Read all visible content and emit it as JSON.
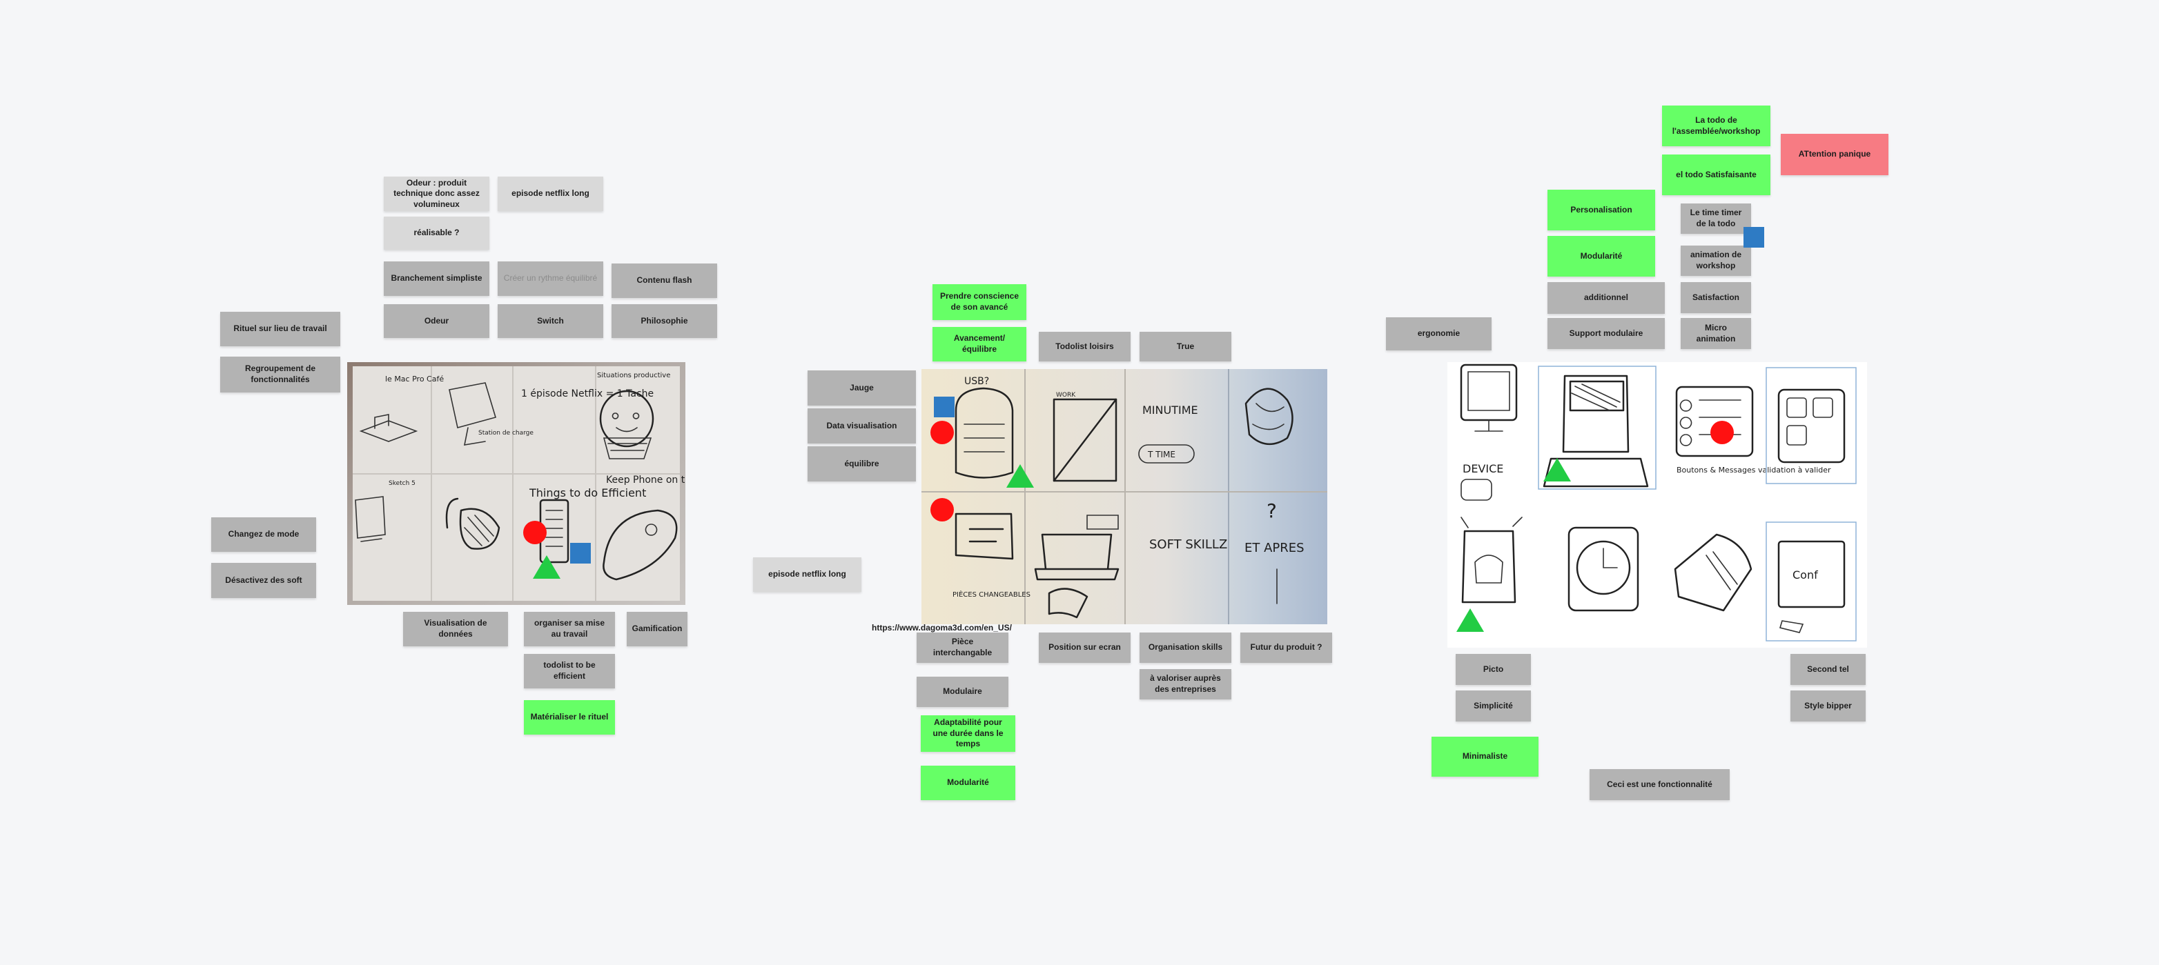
{
  "board": {
    "cluster1": {
      "notes": [
        "Odeur : produit technique donc assez volumineux",
        "episode netflix long",
        "réalisable ?",
        "Branchement simpliste",
        "Créer un rythme équilibré",
        "Contenu flash",
        "Odeur",
        "Switch",
        "Philosophie",
        "Rituel sur lieu de travail",
        "Regroupement de fonctionnalités",
        "Changez de mode",
        "Désactivez des soft",
        "Visualisation de données",
        "organiser sa mise au travail",
        "Gamification",
        "todolist to be efficient",
        "Matérialiser le rituel"
      ],
      "sketch": {
        "mac_pro": "le Mac Pro Café",
        "station": "Station de charge",
        "episode": "1 épisode Netflix = 1 Tache",
        "sittings": "Situations productive",
        "sketch5": "Sketch 5",
        "things": "Things to do Efficient",
        "keep_phone": "Keep Phone on top side"
      }
    },
    "cluster2": {
      "notes": [
        "Prendre conscience de son avancé",
        "Avancement/équilibre",
        "Todolist loisirs",
        "True",
        "Jauge",
        "Data visualisation",
        "équilibre",
        "episode netflix long",
        "Pièce interchangable",
        "Position sur ecran",
        "Organisation skills",
        "Futur du produit ?",
        "Modulaire",
        "à valoriser auprès des entreprises",
        "Adaptabilité pour une durée dans le temps",
        "Modularité"
      ],
      "url": "https://www.dagoma3d.com/en_US/",
      "sketch": {
        "usb": "USB?",
        "work": "WORK",
        "minutime": "MINUTIME",
        "t_time": "T TIME",
        "pieces": "PIÈCES CHANGEABLES",
        "soft_skills": "SOFT SKILLZ",
        "et_apres": "ET APRES",
        "question": "?"
      }
    },
    "cluster3": {
      "notes": [
        "La todo de l'assemblée/workshop",
        "ATtention panique",
        "el todo Satisfaisante",
        "Personalisation",
        "Le time timer de la todo",
        "Modularité",
        "animation de workshop",
        "additionnel",
        "Satisfaction",
        "Support modulaire",
        "Micro animation",
        "ergonomie",
        "Picto",
        "Second tel",
        "Simplicité",
        "Style bipper",
        "Minimaliste",
        "Ceci est une fonctionnalité"
      ],
      "sketch": {
        "device": "DEVICE",
        "validation": "Boutons & Messages validation à valider",
        "conf": "Conf"
      }
    }
  },
  "colors": {
    "grey_note": "#b3b3b3",
    "light_grey_note": "#d9d9d9",
    "green_note": "#66ff66",
    "pink_note": "#f77b83",
    "red_dot": "#ff1111",
    "blue_square": "#2e7bc4",
    "green_triangle": "#22cc44",
    "canvas": "#f5f6f8"
  }
}
